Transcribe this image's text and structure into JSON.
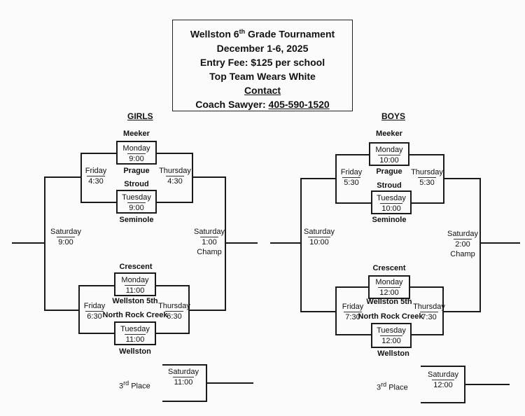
{
  "header": {
    "title_prefix": "Wellston 6",
    "title_sup": "th",
    "title_suffix": " Grade Tournament",
    "dates": "December 1-6, 2025",
    "entry_fee": "Entry Fee:  $125 per school",
    "top_team": "Top Team Wears White",
    "contact_label": "Contact",
    "coach_label": "Coach Sawyer:",
    "coach_phone": "405-590-1520"
  },
  "girls": {
    "title": "GIRLS",
    "top": {
      "team1": "Meeker",
      "game1_day": "Monday",
      "game1_time": "9:00",
      "team2": "Prague",
      "team3": "Stroud",
      "game2_day": "Tuesday",
      "game2_time": "9:00",
      "team4": "Seminole",
      "left_day": "Friday",
      "left_time": "4:30",
      "right_day": "Thursday",
      "right_time": "4:30"
    },
    "bottom": {
      "team1": "Crescent",
      "game1_day": "Monday",
      "game1_time": "11:00",
      "team2": "Wellston 5th",
      "team3": "North Rock Creek",
      "game2_day": "Tuesday",
      "game2_time": "11:00",
      "team4": "Wellston",
      "left_day": "Friday",
      "left_time": "6:30",
      "right_day": "Thursday",
      "right_time": "6:30"
    },
    "left_final_day": "Saturday",
    "left_final_time": "9:00",
    "champ_day": "Saturday",
    "champ_time": "1:00",
    "champ_label": "Champ",
    "third_label": "3",
    "third_sup": "rd",
    "third_suffix": " Place",
    "third_day": "Saturday",
    "third_time": "11:00"
  },
  "boys": {
    "title": "BOYS",
    "top": {
      "team1": "Meeker",
      "game1_day": "Monday",
      "game1_time": "10:00",
      "team2": "Prague",
      "team3": "Stroud",
      "game2_day": "Tuesday",
      "game2_time": "10:00",
      "team4": "Seminole",
      "left_day": "Friday",
      "left_time": "5:30",
      "right_day": "Thursday",
      "right_time": "5:30"
    },
    "bottom": {
      "team1": "Crescent",
      "game1_day": "Monday",
      "game1_time": "12:00",
      "team2": "Wellston 5th",
      "team3": "North Rock Creek",
      "game2_day": "Tuesday",
      "game2_time": "12:00",
      "team4": "Wellston",
      "left_day": "Friday",
      "left_time": "7:30",
      "right_day": "Thursday",
      "right_time": "7:30"
    },
    "left_final_day": "Saturday",
    "left_final_time": "10:00",
    "champ_day": "Saturday",
    "champ_time": "2:00",
    "champ_label": "Champ",
    "third_label": "3",
    "third_sup": "rd",
    "third_suffix": " Place",
    "third_day": "Saturday",
    "third_time": "12:00"
  }
}
